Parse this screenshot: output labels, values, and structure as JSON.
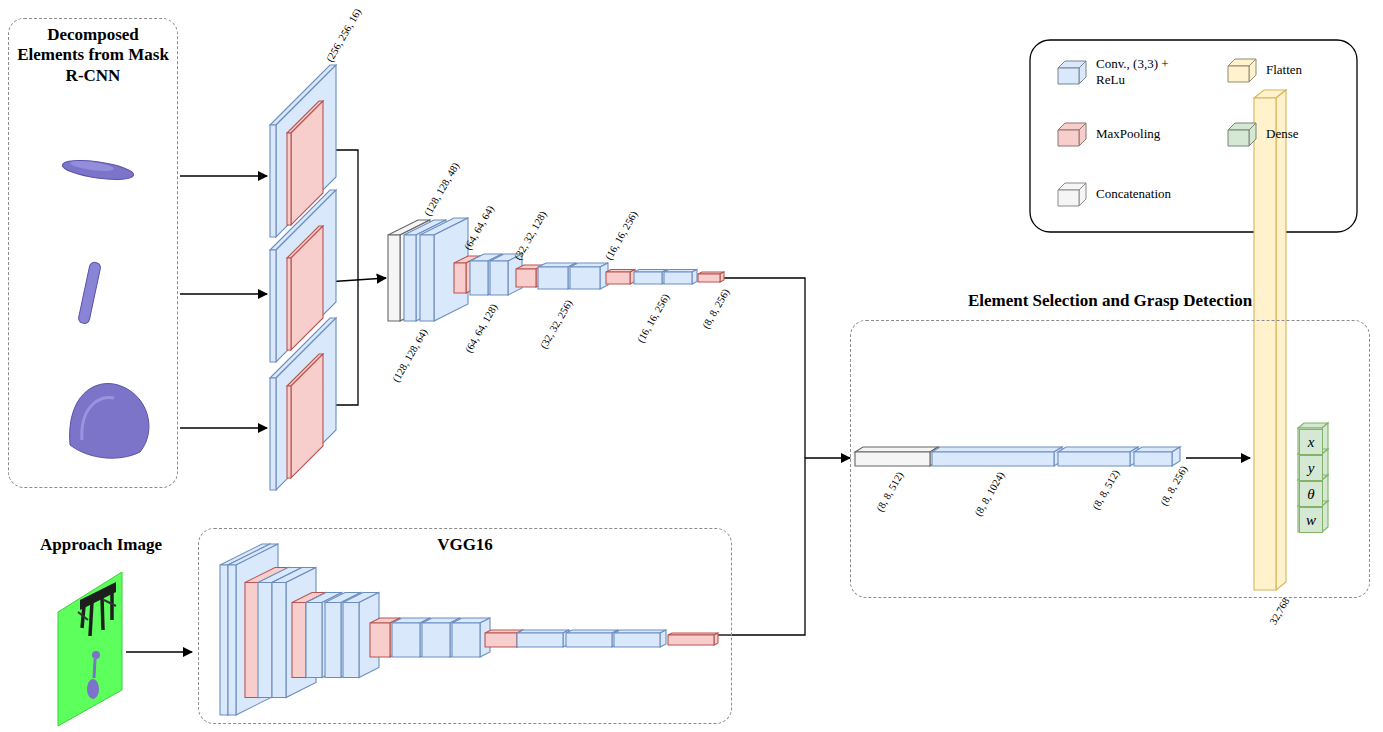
{
  "diagram": {
    "nodes": [
      {
        "text": [
          "Decomposed Elements from Mask R-CNN"
        ]
      },
      {
        "text": [
          "VGG16"
        ]
      },
      {
        "text": [
          "Element Selection and Grasp Detection"
        ]
      },
      {
        "text": [
          "x"
        ],
        "in": 2
      },
      {
        "text": [
          "y"
        ],
        "in": 2
      },
      {
        "text": [
          "θ"
        ],
        "in": 2
      },
      {
        "text": [
          "w"
        ],
        "in": 2
      }
    ],
    "edges": [
      {
        "from": 1,
        "to": 2,
        "arrow": "to"
      }
    ],
    "labels": [
      "Approach Image",
      "(256, 256, 16)",
      "(128, 128, 48)",
      "(128, 128, 64)",
      "(64, 64, 64)",
      "(64, 64, 128)",
      "(32, 32, 128)",
      "(32, 32, 256)",
      "(16, 16, 256)",
      "(16, 16, 256)",
      "(8, 8, 256)",
      "(8, 8, 512)",
      "(8, 8, 1024)",
      "(8, 8, 512)",
      "(8, 8, 256)",
      "32,768"
    ],
    "legend": [
      {
        "text": "Conv., (3,3) + ReLu",
        "color": "#dae8fc"
      },
      {
        "text": "MaxPooling",
        "color": "#f8cecc"
      },
      {
        "text": "Concatenation",
        "color": "#f5f5f5"
      },
      {
        "text": "Flatten",
        "color": "#fff2cc"
      },
      {
        "text": "Dense",
        "color": "#d5e8d4"
      }
    ]
  }
}
